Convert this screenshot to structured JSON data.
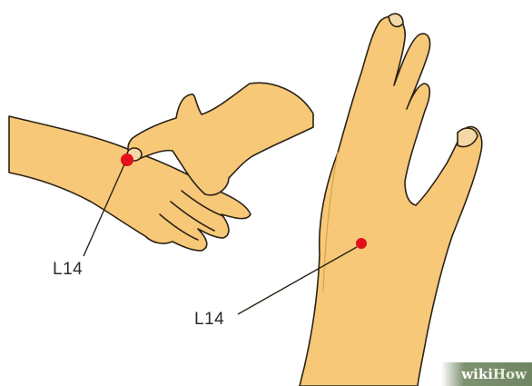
{
  "labels": {
    "left_point": "L14",
    "right_point": "L14"
  },
  "watermark": {
    "part1": "wiki",
    "part2": "How"
  },
  "colors": {
    "skin": "#f6c878",
    "skin_shade": "#e9b35f",
    "outline": "#2b2217",
    "point": "#e3101c"
  }
}
